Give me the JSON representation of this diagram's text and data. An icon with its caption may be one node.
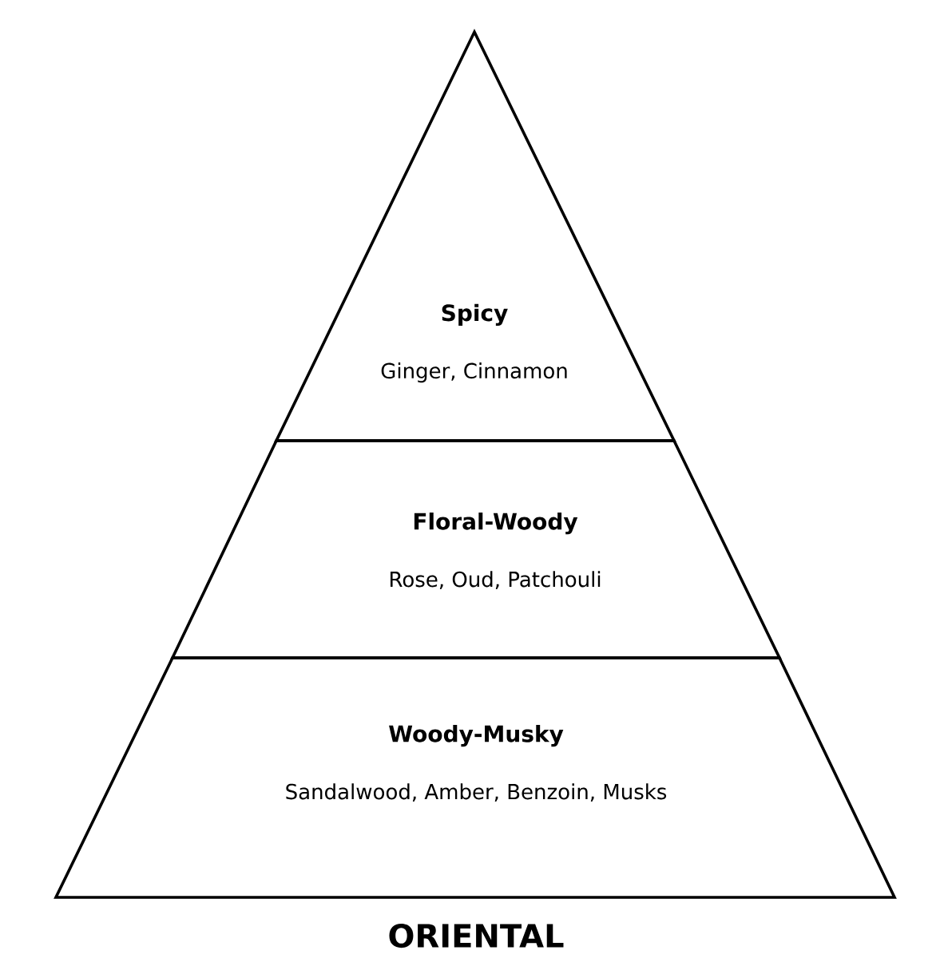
{
  "diagram": {
    "title": "ORIENTAL",
    "nodes": [
      {
        "text": [
          "Spicy",
          "Ginger, Cinnamon"
        ]
      },
      {
        "text": [
          "Floral-Woody",
          "Rose, Oud, Patchouli"
        ]
      },
      {
        "text": [
          "Woody-Musky",
          "Sandalwood, Amber, Benzoin, Musks"
        ]
      }
    ]
  }
}
